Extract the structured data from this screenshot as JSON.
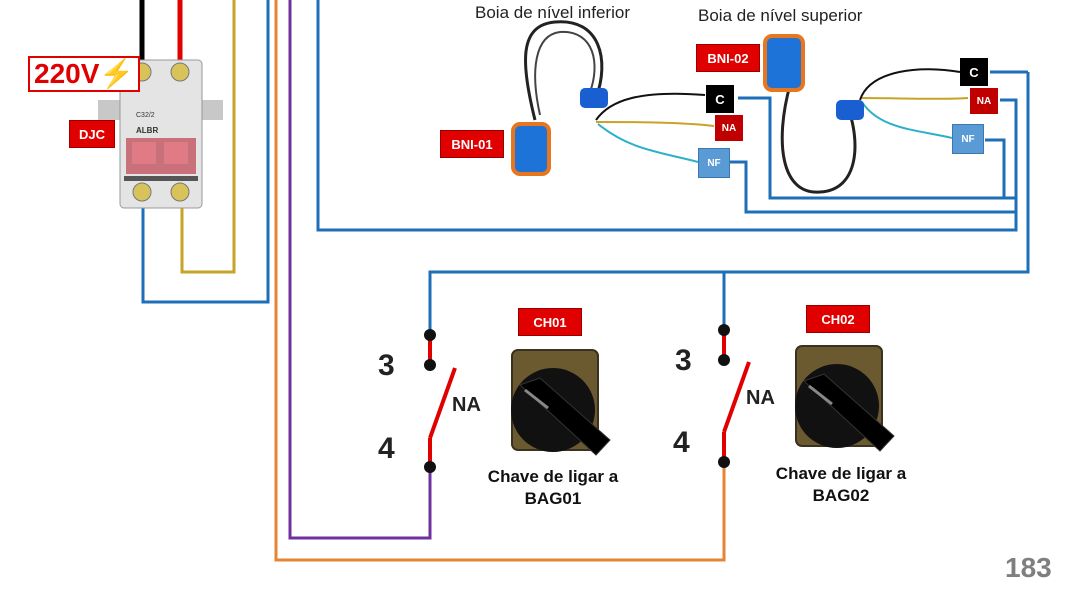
{
  "labels": {
    "voltage": "220V",
    "breaker": "DJC",
    "float_low_title": "Boia de nível inferior",
    "float_high_title": "Boia de nível superior",
    "float_low_tag": "BNI-01",
    "float_high_tag": "BNI-02",
    "float_low_c": "C",
    "float_low_na": "NA",
    "float_low_nf": "NF",
    "float_high_c": "C",
    "float_high_na": "NA",
    "float_high_nf": "NF",
    "switch1_tag": "CH01",
    "switch2_tag": "CH02",
    "switch1_t3": "3",
    "switch1_t4": "4",
    "switch1_contact": "NA",
    "switch2_t3": "3",
    "switch2_t4": "4",
    "switch2_contact": "NA",
    "switch1_caption_l1": "Chave de ligar a",
    "switch1_caption_l2": "BAG01",
    "switch2_caption_l1": "Chave de ligar a",
    "switch2_caption_l2": "BAG02",
    "breaker_print_model": "C32/2",
    "breaker_print_brand": "ALBR",
    "page_number": "183"
  },
  "colors": {
    "wire_blue": "#1f6fb8",
    "wire_gold": "#c9a227",
    "wire_purple": "#7030a0",
    "wire_orange": "#e58534",
    "tag_red": "#e00000",
    "contact_red": "#e00000"
  }
}
